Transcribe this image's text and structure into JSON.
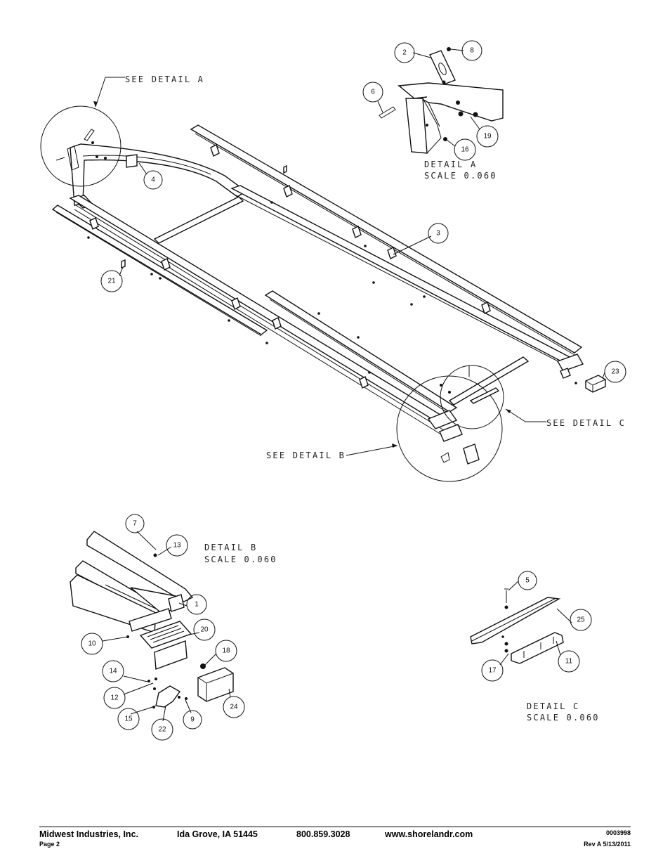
{
  "callouts": {
    "see_detail_a": "SEE DETAIL  A",
    "see_detail_b": "SEE DETAIL  B",
    "see_detail_c": "SEE DETAIL  C"
  },
  "details": {
    "a": {
      "title": "DETAIL  A",
      "scale": "SCALE  0.060"
    },
    "b": {
      "title": "DETAIL  B",
      "scale": "SCALE  0.060"
    },
    "c": {
      "title": "DETAIL  C",
      "scale": "SCALE  0.060"
    }
  },
  "balloons": {
    "b1": "1",
    "b2": "2",
    "b3": "3",
    "b4": "4",
    "b5": "5",
    "b6": "6",
    "b7": "7",
    "b8": "8",
    "b9": "9",
    "b10": "10",
    "b11": "11",
    "b12": "12",
    "b13": "13",
    "b14": "14",
    "b15": "15",
    "b16": "16",
    "b17": "17",
    "b18": "18",
    "b19": "19",
    "b20": "20",
    "b21": "21",
    "b22": "22",
    "b23": "23",
    "b24": "24",
    "b25": "25"
  },
  "footer": {
    "company": "Midwest Industries, Inc.",
    "location": "Ida Grove, IA  51445",
    "phone": "800.859.3028",
    "website": "www.shorelandr.com",
    "doc_number": "0003998",
    "page": "Page 2",
    "revision": "Rev A  5/13/2011"
  }
}
